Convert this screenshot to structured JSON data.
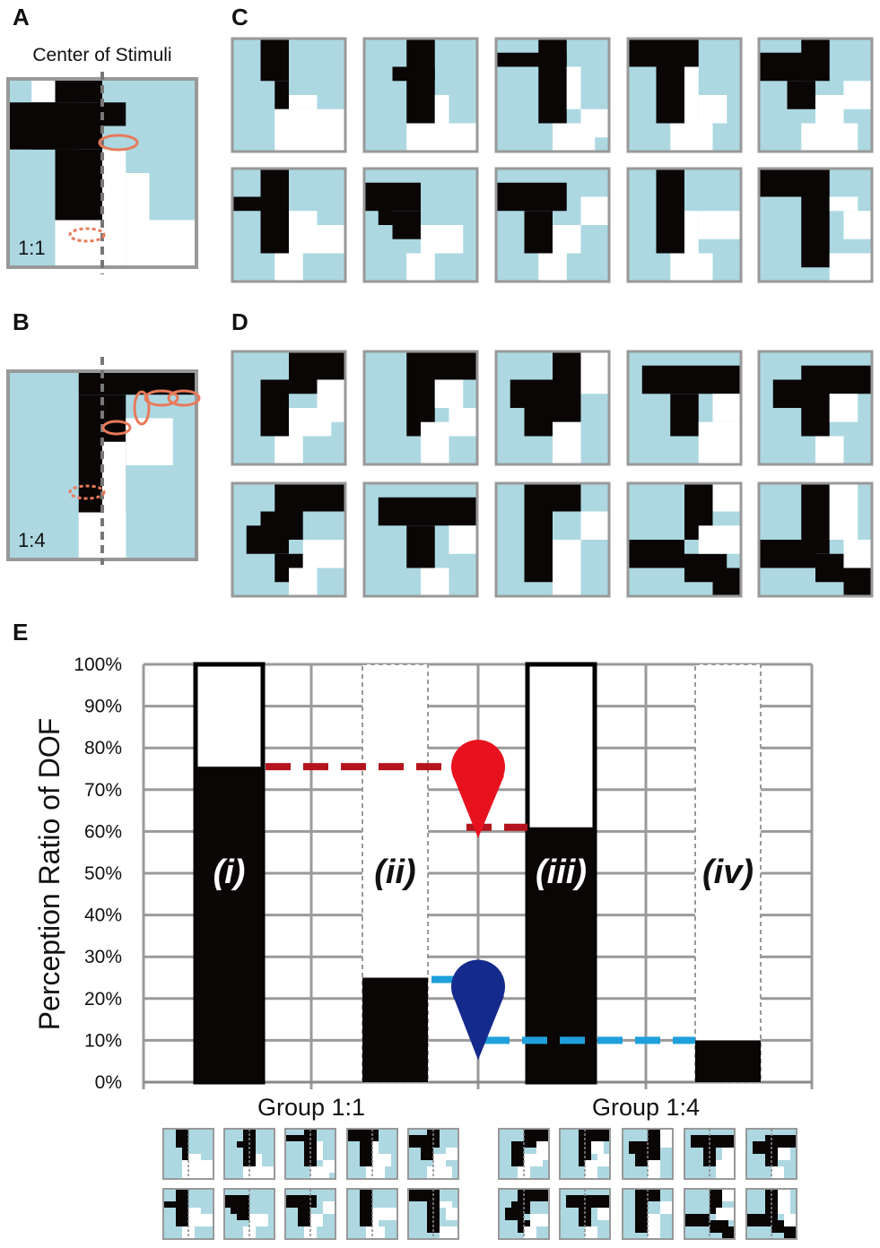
{
  "panels": {
    "A": {
      "letter": "A",
      "caption": "Center of Stimuli",
      "ratio": "1:1"
    },
    "B": {
      "letter": "B",
      "ratio": "1:4"
    },
    "C": {
      "letter": "C"
    },
    "D": {
      "letter": "D"
    },
    "E": {
      "letter": "E"
    }
  },
  "colors": {
    "stimulus_bg": "#add8e2",
    "stimulus_dark": "#0a0606",
    "frame": "#999999",
    "ring": "#e87a5a",
    "red_marker": "#e8121e",
    "red_dash": "#b5141e",
    "blue_marker": "#142a8c",
    "blue_dash": "#1fa0dc"
  },
  "chart_data": {
    "type": "bar",
    "ylabel": "Perception Ratio of DOF",
    "ylim": [
      0,
      100
    ],
    "ytick_labels": [
      "0%",
      "10%",
      "20%",
      "30%",
      "40%",
      "50%",
      "60%",
      "70%",
      "80%",
      "90%",
      "100%"
    ],
    "groups": [
      "Group 1:1",
      "Group 1:4"
    ],
    "bar_labels": [
      "(i)",
      "(ii)",
      "(iii)",
      "(iv)"
    ],
    "values": [
      75.5,
      25,
      61,
      10
    ],
    "grid": true,
    "annotations": [
      {
        "marker": "red",
        "from_value": 75.5,
        "to_value": 61,
        "direction": "down"
      },
      {
        "marker": "blue",
        "from_value": 25,
        "to_value": 10,
        "direction": "down"
      }
    ]
  }
}
